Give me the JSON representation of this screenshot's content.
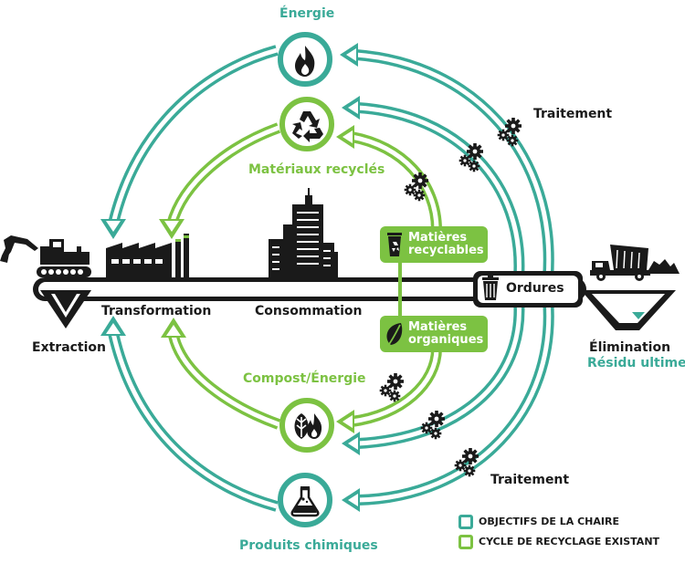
{
  "labels": {
    "energie": "Énergie",
    "traitement_top": "Traitement",
    "traitement_bottom": "Traitement",
    "materiaux_recycles": "Matériaux recyclés",
    "matieres_recyclables_1": "Matières",
    "matieres_recyclables_2": "recyclables",
    "matieres_organiques_1": "Matières",
    "matieres_organiques_2": "organiques",
    "ordures": "Ordures",
    "extraction": "Extraction",
    "transformation": "Transformation",
    "consommation": "Consommation",
    "elimination": "Élimination",
    "residu_ultime": "Résidu ultime",
    "compost_energie": "Compost/Énergie",
    "produits_chimiques": "Produits chimiques"
  },
  "legend": {
    "items": [
      {
        "label": "OBJECTIFS DE LA CHAIRE",
        "color": "#3aaa98"
      },
      {
        "label": "CYCLE DE RECYCLAGE EXISTANT",
        "color": "#7cc242"
      }
    ]
  },
  "colors": {
    "teal": "#3aaa98",
    "green": "#7cc242",
    "dark": "#1a1a1a"
  },
  "icons": [
    "flame-icon",
    "recycle-icon",
    "leaf-flame-icon",
    "flask-icon",
    "gears-icon",
    "recycle-bin-icon",
    "trash-can-icon",
    "leaf-icon",
    "excavator-icon",
    "factory-icon",
    "buildings-icon",
    "dump-truck-icon"
  ]
}
